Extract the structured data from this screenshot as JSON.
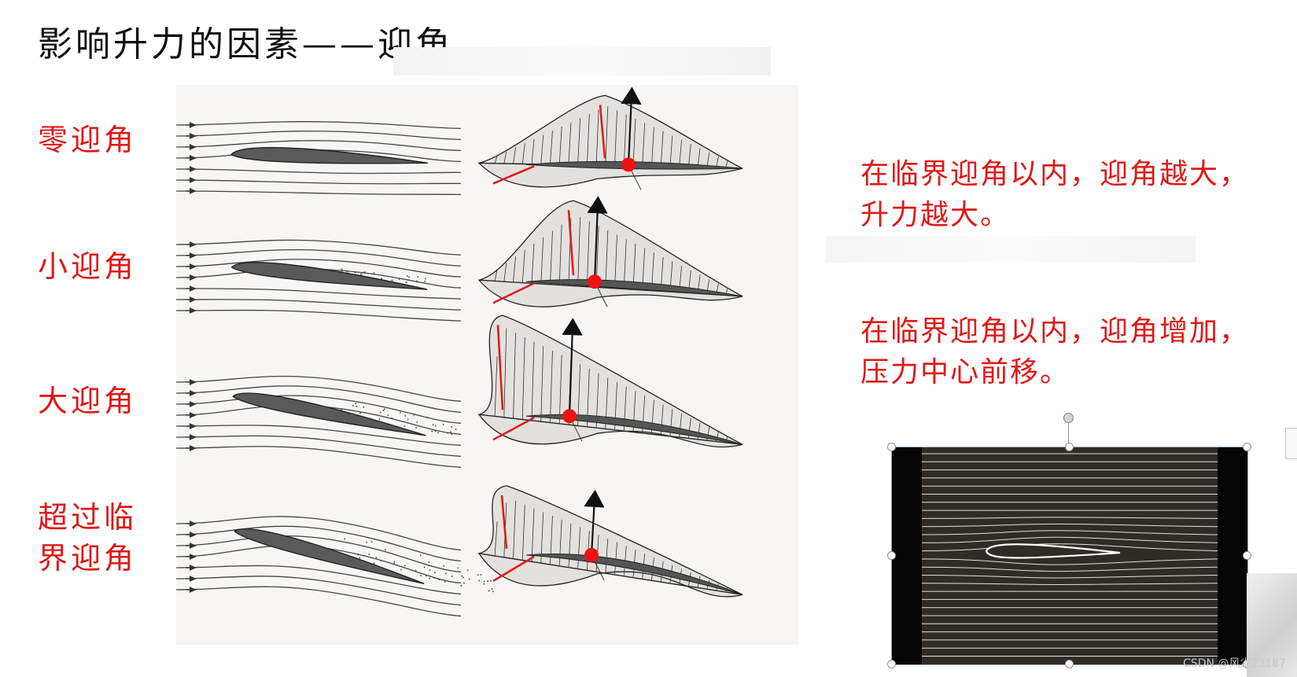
{
  "title": "影响升力的因素——迎角",
  "rows": [
    {
      "label_lines": [
        "零迎角"
      ]
    },
    {
      "label_lines": [
        "小迎角"
      ]
    },
    {
      "label_lines": [
        "大迎角"
      ]
    },
    {
      "label_lines": [
        "超过临",
        "界迎角"
      ]
    }
  ],
  "notes": [
    {
      "lines": [
        "在临界迎角以内，迎角越大，",
        "升力越大。"
      ]
    },
    {
      "lines": [
        "在临界迎角以内，迎角增加，",
        "压力中心前移。"
      ]
    }
  ],
  "watermark": "CSDN @风尘23187",
  "colors": {
    "label_red": "#e01818",
    "arrow": "#111111",
    "red_vector": "#e01818",
    "center_of_pressure": "#ef1111",
    "airfoil_fill": "#5a5a5a",
    "photo_bg": "#2f2c28"
  },
  "icons": {
    "flow": "streamline-flow-diagram-icon",
    "pressure": "pressure-distribution-diagram-icon",
    "photo": "wind-tunnel-photo-image"
  }
}
